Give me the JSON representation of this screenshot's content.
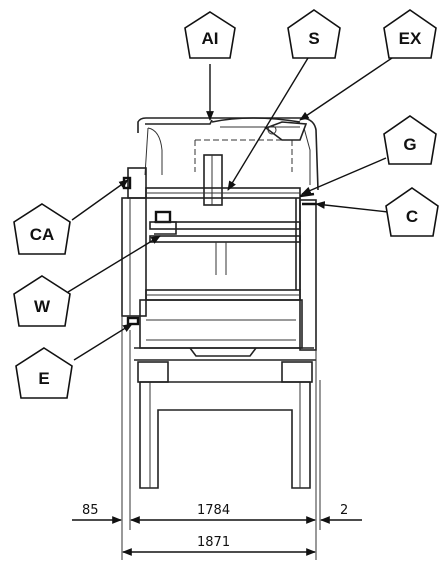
{
  "callouts": {
    "ai": "AI",
    "s": "S",
    "ex": "EX",
    "g": "G",
    "c": "C",
    "ca": "CA",
    "w": "W",
    "e": "E"
  },
  "dimensions": {
    "left_offset": "85",
    "body_width": "1784",
    "right_offset": "2",
    "total_width": "1871"
  },
  "colors": {
    "line": "#222222",
    "background": "#ffffff"
  }
}
